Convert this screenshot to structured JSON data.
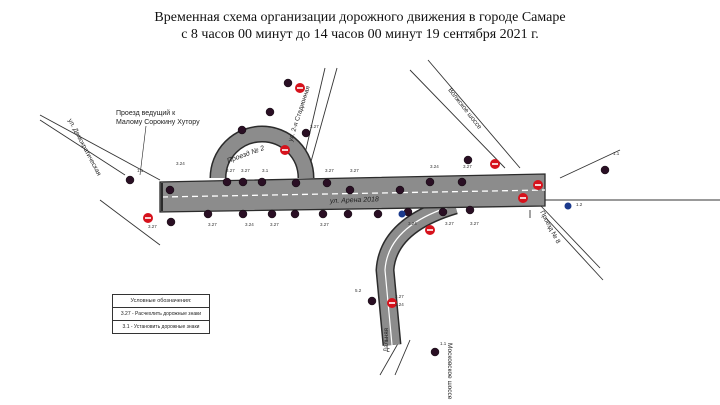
{
  "title": {
    "line1": "Временная схема организации дорожного движения в городе Самаре",
    "line2": "с 8 часов 00 минут до 14 часов 00 минут 19 сентября 2021 г."
  },
  "streets": {
    "demokraticheskaya": "ул. Демократическая",
    "stadion": "ул. 2-я Стадионная",
    "proezd2": "Проезд № 2",
    "arena": "ул. Арена 2018",
    "volzhskoe": "Волжское шоссе",
    "proezd8": "Проезд № 8",
    "moskovskoe": "Московское шоссе",
    "dalnyaya": "Дальняя"
  },
  "annotation": {
    "line1": "Проезд ведущий к",
    "line2": "Малому Сорокину Хутору"
  },
  "sign_codes": {
    "s327": "3.27",
    "s31": "3.1",
    "s324": "3.24",
    "s52": "5.2",
    "s11": "1.1",
    "s12": "1.2"
  },
  "legend": {
    "header": "Условные обозначения:",
    "item1": "3.27 - Расчехлить дорожные знаки",
    "item2": "3.1 - Установить дорожные знаки"
  },
  "colors": {
    "road": "#8c8c8c",
    "road_edge": "#2b2b2b",
    "sign_dark": "#2a0f24",
    "no_entry": "#d6121c",
    "marking": "#ffffff",
    "area": "#cfcfcf"
  }
}
